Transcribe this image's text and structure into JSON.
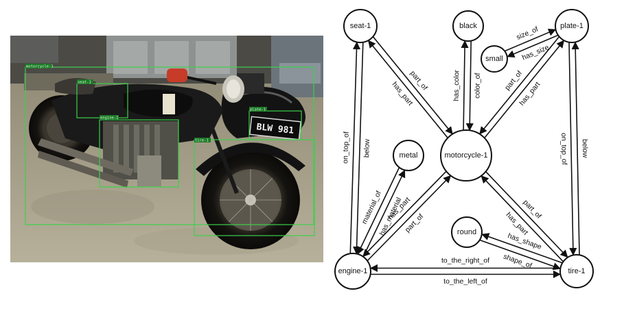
{
  "photo": {
    "plate_text": "BLW 981",
    "detections": [
      {
        "id": "det-motorcycle",
        "label": "motorcycle-1"
      },
      {
        "id": "det-seat",
        "label": "seat-1"
      },
      {
        "id": "det-engine",
        "label": "engine-1"
      },
      {
        "id": "det-plate",
        "label": "plate-1"
      },
      {
        "id": "det-tire",
        "label": "tire-1"
      }
    ]
  },
  "graph": {
    "nodes": [
      {
        "id": "seat",
        "label": "seat-1"
      },
      {
        "id": "black",
        "label": "black"
      },
      {
        "id": "plate",
        "label": "plate-1"
      },
      {
        "id": "small",
        "label": "small"
      },
      {
        "id": "metal",
        "label": "metal"
      },
      {
        "id": "motorcycle",
        "label": "motorcycle-1"
      },
      {
        "id": "round",
        "label": "round"
      },
      {
        "id": "engine",
        "label": "engine-1"
      },
      {
        "id": "tire",
        "label": "tire-1"
      }
    ],
    "edges": [
      {
        "from": "seat",
        "to": "motorcycle",
        "label": "part_of"
      },
      {
        "from": "motorcycle",
        "to": "seat",
        "label": "has_part"
      },
      {
        "from": "motorcycle",
        "to": "black",
        "label": "has_color"
      },
      {
        "from": "black",
        "to": "motorcycle",
        "label": "color_of"
      },
      {
        "from": "small",
        "to": "plate",
        "label": "size_of"
      },
      {
        "from": "plate",
        "to": "small",
        "label": "has_size"
      },
      {
        "from": "motorcycle",
        "to": "plate",
        "label": "has_part"
      },
      {
        "from": "plate",
        "to": "motorcycle",
        "label": "part_of"
      },
      {
        "from": "seat",
        "to": "engine",
        "label": "below"
      },
      {
        "from": "engine",
        "to": "seat",
        "label": "on_top_of"
      },
      {
        "from": "plate",
        "to": "tire",
        "label": "on_top_of"
      },
      {
        "from": "tire",
        "to": "plate",
        "label": "below"
      },
      {
        "from": "engine",
        "to": "metal",
        "label": "has_material"
      },
      {
        "from": "metal",
        "to": "engine",
        "label": "material_of"
      },
      {
        "from": "engine",
        "to": "motorcycle",
        "label": "part_of"
      },
      {
        "from": "motorcycle",
        "to": "engine",
        "label": "has_part"
      },
      {
        "from": "tire",
        "to": "motorcycle",
        "label": "has_part"
      },
      {
        "from": "motorcycle",
        "to": "tire",
        "label": "part_of"
      },
      {
        "from": "round",
        "to": "tire",
        "label": "shape_of"
      },
      {
        "from": "tire",
        "to": "round",
        "label": "has_shape"
      },
      {
        "from": "engine",
        "to": "tire",
        "label": "to_the_left_of"
      },
      {
        "from": "tire",
        "to": "engine",
        "label": "to_the_right_of"
      }
    ]
  }
}
